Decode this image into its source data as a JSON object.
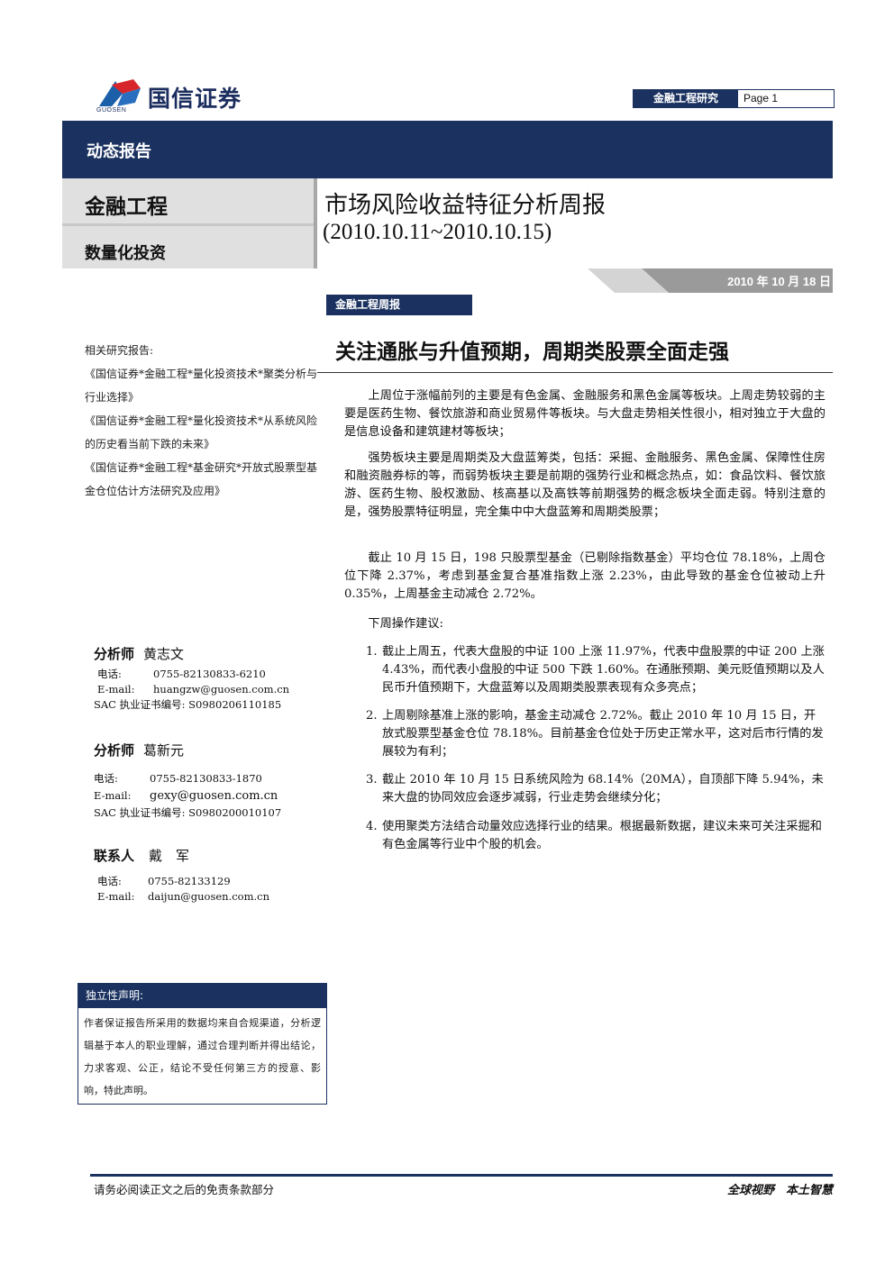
{
  "header": {
    "brand_name": "国信证券",
    "brand_sub": "GUOSEN",
    "dept": "金融工程研究",
    "page_label": "Page 1",
    "report_type": "动态报告"
  },
  "category": {
    "main": "金融工程",
    "sub": "数量化投资"
  },
  "title": {
    "line1": "市场风险收益特征分析周报",
    "line2": "(2010.10.11~2010.10.15)"
  },
  "date": "2010 年 10 月 18 日",
  "weekly_tag": "金融工程周报",
  "headline": "关注通胀与升值预期，周期类股票全面走强",
  "related": {
    "heading": "相关研究报告:",
    "items": [
      "《国信证券*金融工程*量化投资技术*聚类分析与行业选择》",
      "《国信证券*金融工程*量化投资技术*从系统风险的历史看当前下跌的未来》",
      "《国信证券*金融工程*基金研究*开放式股票型基金仓位估计方法研究及应用》"
    ]
  },
  "paragraphs": [
    "上周位于涨幅前列的主要是有色金属、金融服务和黑色金属等板块。上周走势较弱的主要是医药生物、餐饮旅游和商业贸易件等板块。与大盘走势相关性很小，相对独立于大盘的是信息设备和建筑建材等板块；",
    "强势板块主要是周期类及大盘蓝筹类，包括：采掘、金融服务、黑色金属、保障性住房和融资融券标的等，而弱势板块主要是前期的强势行业和概念热点，如：食品饮料、餐饮旅游、医药生物、股权激励、核高基以及高铁等前期强势的概念板块全面走弱。特别注意的是，强势股票特征明显，完全集中中大盘蓝筹和周期类股票；",
    "截止 10 月 15 日，198 只股票型基金（已剔除指数基金）平均仓位 78.18%，上周仓位下降 2.37%，考虑到基金复合基准指数上涨 2.23%，由此导致的基金仓位被动上升 0.35%，上周基金主动减仓 2.72%。",
    "下周操作建议:"
  ],
  "suggestions": [
    {
      "num": "1.",
      "text": "截止上周五，代表大盘股的中证 100 上涨 11.97%，代表中盘股票的中证 200 上涨 4.43%，而代表小盘股的中证 500 下跌 1.60%。在通胀预期、美元贬值预期以及人民币升值预期下，大盘蓝筹以及周期类股票表现有众多亮点；"
    },
    {
      "num": "2.",
      "text": "上周剔除基准上涨的影响，基金主动减仓 2.72%。截止 2010 年 10 月 15 日，开放式股票型基金仓位 78.18%。目前基金仓位处于历史正常水平，这对后市行情的发展较为有利；"
    },
    {
      "num": "3.",
      "text": "截止 2010 年 10 月 15 日系统风险为 68.14%（20MA），自顶部下降 5.94%，未来大盘的协同效应会逐步减弱，行业走势会继续分化；"
    },
    {
      "num": "4.",
      "text": "使用聚类方法结合动量效应选择行业的结果。根据最新数据，建议未来可关注采掘和有色金属等行业中个股的机会。"
    }
  ],
  "analysts": [
    {
      "role": "分析师",
      "name": "黄志文",
      "phone_k": "电话:",
      "phone": "0755-82130833-6210",
      "email_k": "E-mail:",
      "email": "huangzw@guosen.com.cn",
      "sac_k": "SAC 执业证书编号:",
      "sac": "S0980206110185"
    },
    {
      "role": "分析师",
      "name": "葛新元",
      "phone_k": "电话:",
      "phone": "0755-82130833-1870",
      "email_k": "E-mail:",
      "email": "gexy@guosen.com.cn",
      "sac_k": "SAC 执业证书编号:",
      "sac": "S0980200010107"
    }
  ],
  "contact": {
    "role": "联系人",
    "name": "戴　军",
    "phone_k": "电话:",
    "phone": "0755-82133129",
    "email_k": "E-mail:",
    "email": "daijun@guosen.com.cn"
  },
  "disclaimer": {
    "heading": "独立性声明:",
    "text": "作者保证报告所采用的数据均来自合规渠道，分析逻辑基于本人的职业理解，通过合理判断并得出结论，力求客观、公正，结论不受任何第三方的授意、影响，特此声明。"
  },
  "footer": {
    "left": "请务必阅读正文之后的免责条款部分",
    "right": "全球视野　本土智慧"
  },
  "colors": {
    "navy": "#1b3260",
    "logo_red": "#d7262b",
    "logo_blue": "#1b5fa8"
  }
}
